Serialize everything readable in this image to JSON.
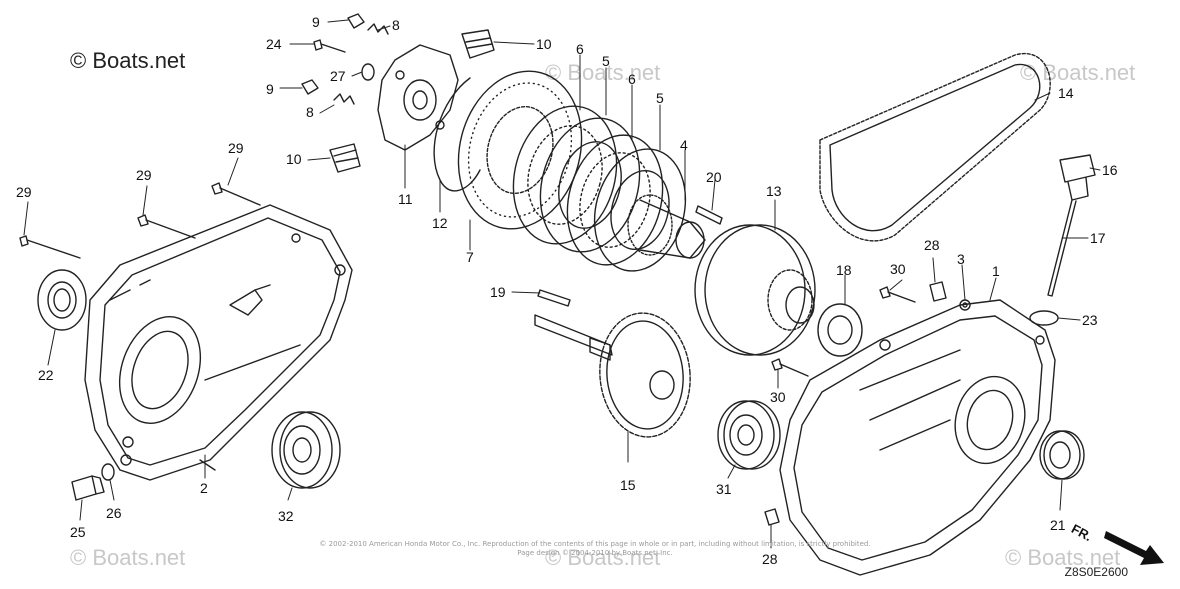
{
  "watermark": {
    "primary": "© Boats.net",
    "repeat": "© Boats.net"
  },
  "copyright": {
    "line1": "© 2002-2010 American Honda Motor Co., Inc. Reproduction of the contents of this page in whole or in part, including without limitation, is strictly prohibited.",
    "line2": "Page design © 2004-2010 by Boats.net, Inc."
  },
  "diagram_code": "Z8S0E2600",
  "front_marker": "FR.",
  "colors": {
    "line": "#222222",
    "watermark": "#c8c8c8"
  },
  "callouts": [
    {
      "id": "c1",
      "label": "1"
    },
    {
      "id": "c2",
      "label": "2"
    },
    {
      "id": "c3",
      "label": "3"
    },
    {
      "id": "c4",
      "label": "4"
    },
    {
      "id": "c5a",
      "label": "5"
    },
    {
      "id": "c5b",
      "label": "5"
    },
    {
      "id": "c6a",
      "label": "6"
    },
    {
      "id": "c6b",
      "label": "6"
    },
    {
      "id": "c7",
      "label": "7"
    },
    {
      "id": "c8a",
      "label": "8"
    },
    {
      "id": "c8b",
      "label": "8"
    },
    {
      "id": "c9a",
      "label": "9"
    },
    {
      "id": "c9b",
      "label": "9"
    },
    {
      "id": "c10a",
      "label": "10"
    },
    {
      "id": "c10b",
      "label": "10"
    },
    {
      "id": "c11",
      "label": "11"
    },
    {
      "id": "c12",
      "label": "12"
    },
    {
      "id": "c13",
      "label": "13"
    },
    {
      "id": "c14",
      "label": "14"
    },
    {
      "id": "c15",
      "label": "15"
    },
    {
      "id": "c16",
      "label": "16"
    },
    {
      "id": "c17",
      "label": "17"
    },
    {
      "id": "c18",
      "label": "18"
    },
    {
      "id": "c19",
      "label": "19"
    },
    {
      "id": "c20",
      "label": "20"
    },
    {
      "id": "c21",
      "label": "21"
    },
    {
      "id": "c22",
      "label": "22"
    },
    {
      "id": "c23",
      "label": "23"
    },
    {
      "id": "c24",
      "label": "24"
    },
    {
      "id": "c25",
      "label": "25"
    },
    {
      "id": "c26",
      "label": "26"
    },
    {
      "id": "c27",
      "label": "27"
    },
    {
      "id": "c28a",
      "label": "28"
    },
    {
      "id": "c28b",
      "label": "28"
    },
    {
      "id": "c29a",
      "label": "29"
    },
    {
      "id": "c29b",
      "label": "29"
    },
    {
      "id": "c29c",
      "label": "29"
    },
    {
      "id": "c30a",
      "label": "30"
    },
    {
      "id": "c30b",
      "label": "30"
    },
    {
      "id": "c31",
      "label": "31"
    },
    {
      "id": "c32",
      "label": "32"
    }
  ]
}
